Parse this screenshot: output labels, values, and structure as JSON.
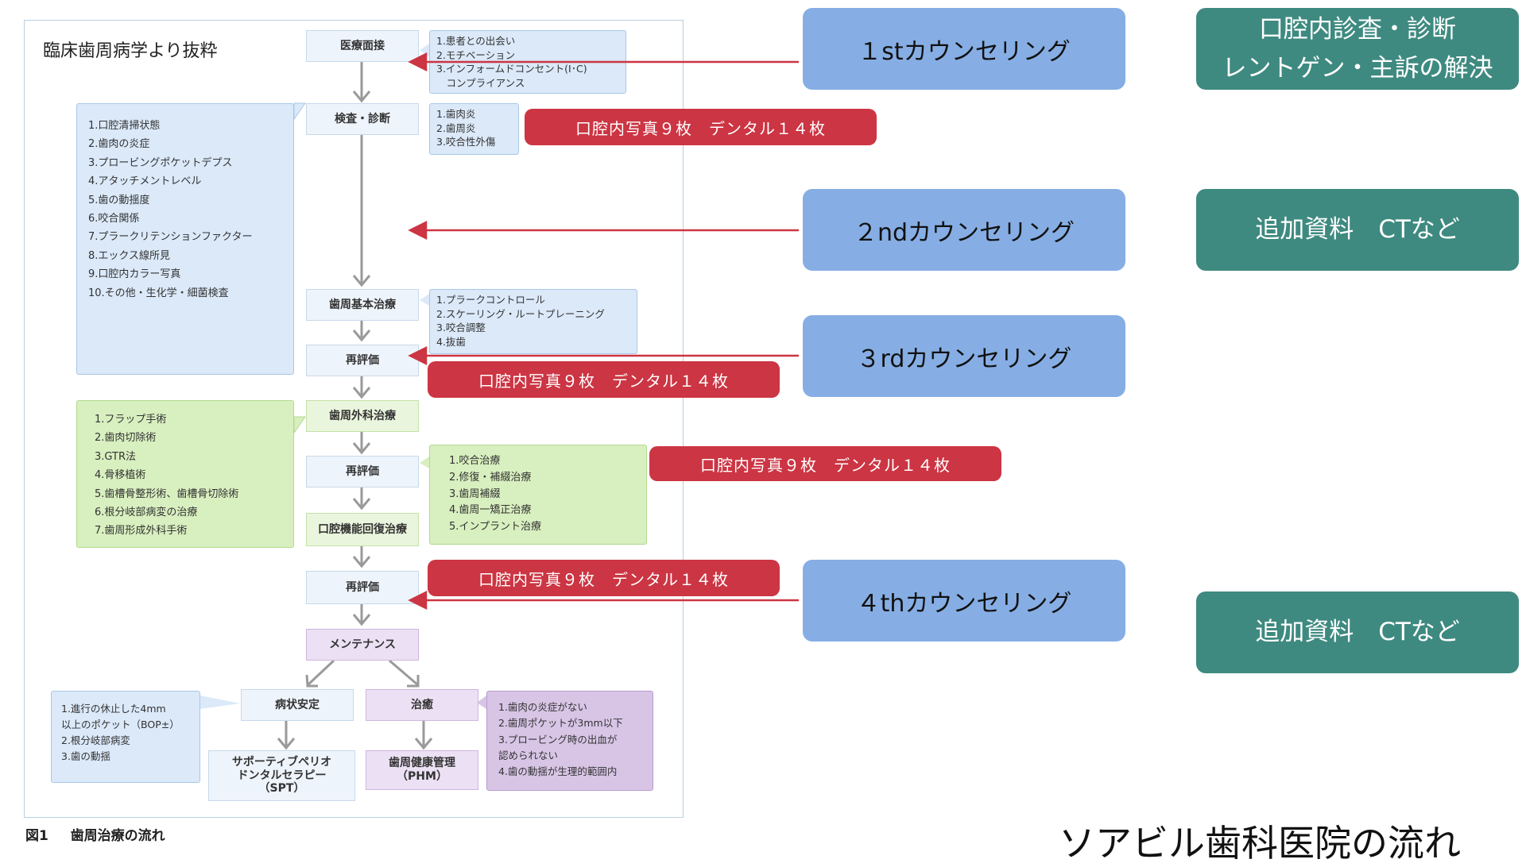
{
  "figure": {
    "source_label": "臨床歯周病学より抜粋",
    "caption_num": "図1",
    "caption_text": "歯周治療の流れ",
    "nodes": {
      "consult": "医療面接",
      "exam": "検査・診断",
      "basic": "歯周基本治療",
      "reeval1": "再評価",
      "surgery": "歯周外科治療",
      "reeval2": "再評価",
      "restore": "口腔機能回復治療",
      "reeval3": "再評価",
      "maint": "メンテナンス",
      "stable": "病状安定",
      "treat": "治癒",
      "spt": [
        "サポーティブペリオ",
        "ドンタルセラピー",
        "（SPT）"
      ],
      "phm": [
        "歯周健康管理",
        "（PHM）"
      ]
    },
    "notes": {
      "consult": [
        "1.患者との出会い",
        "2.モチベーション",
        "3.インフォームドコンセント(I･C)",
        "　コンプライアンス"
      ],
      "exam_small": [
        "1.歯肉炎",
        "2.歯周炎",
        "3.咬合性外傷"
      ],
      "exam_list": [
        "1.口腔清掃状態",
        "2.歯肉の炎症",
        "3.プロービングポケットデプス",
        "4.アタッチメントレベル",
        "5.歯の動揺度",
        "6.咬合関係",
        "7.プラークリテンションファクター",
        "8.エックス線所見",
        "9.口腔内カラー写真",
        "10.その他・生化学・細菌検査"
      ],
      "basic": [
        "1.プラークコントロール",
        "2.スケーリング・ルートプレーニング",
        "3.咬合調整",
        "4.抜歯"
      ],
      "surgery": [
        "1.フラップ手術",
        "2.歯肉切除術",
        "3.GTR法",
        "4.骨移植術",
        "5.歯槽骨整形術、歯槽骨切除術",
        "6.根分岐部病変の治療",
        "7.歯周形成外科手術"
      ],
      "restore": [
        "1.咬合治療",
        "2.修復・補綴治療",
        "3.歯周補綴",
        "4.歯周一矯正治療",
        "5.インプラント治療"
      ],
      "stable": [
        "1.進行の休止した4mm",
        "以上のポケット（BOP±）",
        "2.根分岐部病変",
        "3.歯の動揺"
      ],
      "treat": [
        "1.歯肉の炎症がない",
        "2.歯周ポケットが3mm以下",
        "3.プロービング時の出血が",
        "認められない",
        "4.歯の動揺が生理的範囲内"
      ]
    }
  },
  "photo_pills": [
    "口腔内写真９枚　デンタル１４枚",
    "口腔内写真９枚　デンタル１４枚",
    "口腔内写真９枚　デンタル１４枚",
    "口腔内写真９枚　デンタル１４枚"
  ],
  "counseling": [
    "１stカウンセリング",
    "２ndカウンセリング",
    "３rdカウンセリング",
    "４thカウンセリング"
  ],
  "side_boxes": {
    "first": [
      "口腔内診査・診断",
      "レントゲン・主訴の解決"
    ],
    "second": "追加資料　CTなど",
    "third": "追加資料　CTなど"
  },
  "page_title": "ソアビル歯科医院の流れ",
  "colors": {
    "pill": "#cc3543",
    "counsel": "#86aee4",
    "teal": "#3e8a80",
    "arrow_red": "#cc3543"
  }
}
